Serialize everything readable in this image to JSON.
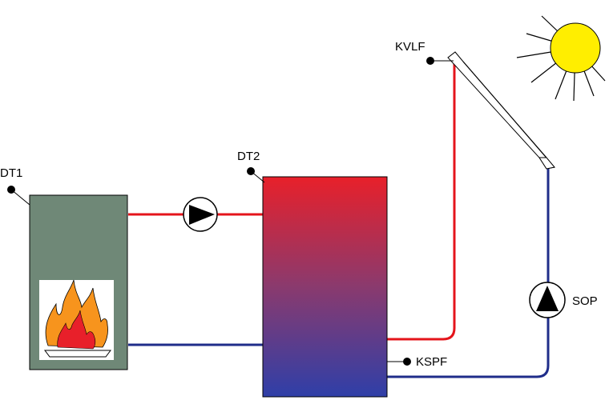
{
  "labels": {
    "boiler_sensor": "DT1",
    "tank_top_sensor": "DT2",
    "collector_sensor": "KVLF",
    "tank_bottom_sensor": "KSPF",
    "solar_pump": "SOP"
  },
  "colors": {
    "hot_pipe": "#e4141b",
    "cold_pipe": "#1f2d8a",
    "boiler_body": "#6f8877",
    "tank_top": "#e8202a",
    "tank_bottom": "#2f3fa8",
    "sun": "#ffee00",
    "flame_outer": "#f7941d",
    "flame_inner": "#e8202a"
  },
  "icons": {
    "sun": "sun-icon",
    "flame": "flame-icon",
    "pump": "pump-icon"
  }
}
